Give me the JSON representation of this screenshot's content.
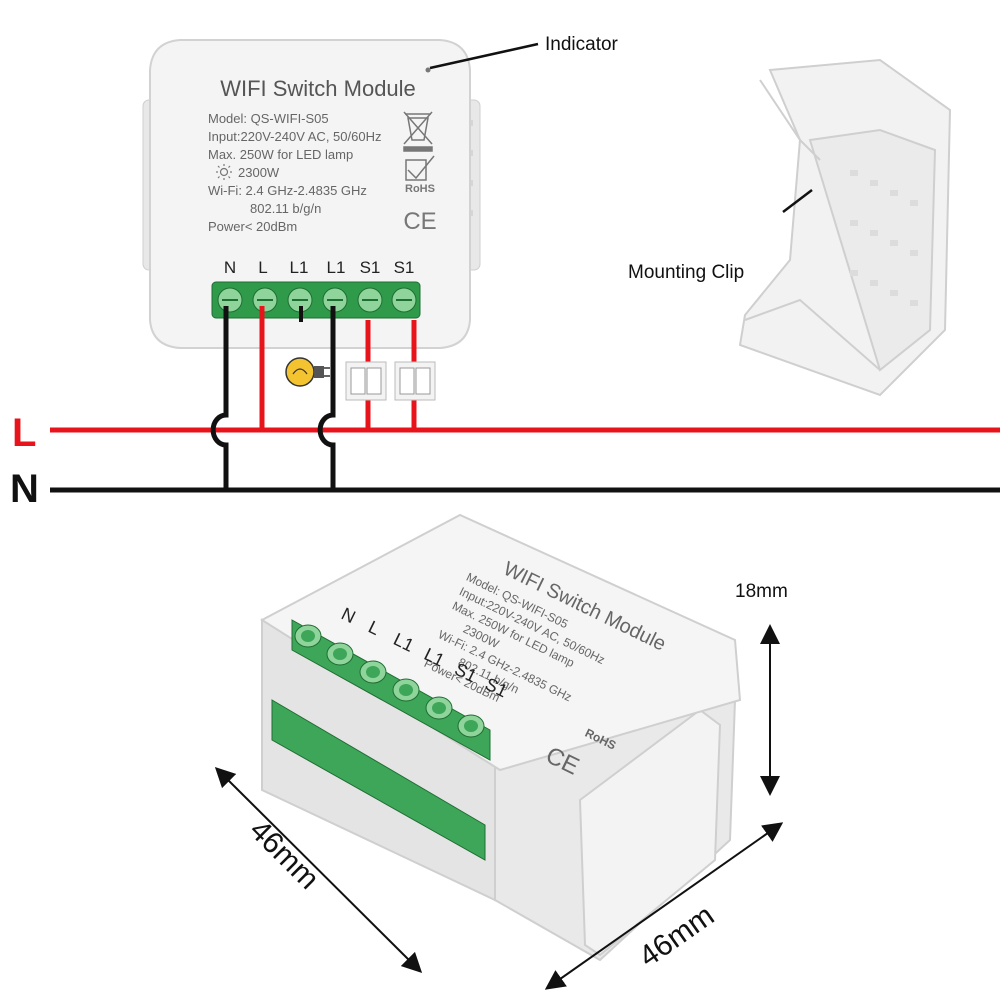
{
  "module": {
    "title": "WIFI Switch Module",
    "spec_lines": [
      "Model: QS-WIFI-S05",
      "Input:220V-240V AC, 50/60Hz",
      "Max. 250W for LED lamp",
      "2300W",
      "Wi-Fi: 2.4 GHz-2.4835 GHz",
      "802.11 b/g/n",
      "Power< 20dBm"
    ],
    "terminals": [
      "N",
      "L",
      "L1",
      "L1",
      "S1",
      "S1"
    ],
    "cert_marks": {
      "rohs": "RoHS",
      "ce": "CE"
    }
  },
  "callouts": {
    "indicator": "Indicator",
    "mounting_clip": "Mounting Clip"
  },
  "bus": {
    "live_label": "L",
    "neutral_label": "N",
    "live_color": "#e8141b",
    "neutral_color": "#111111"
  },
  "dimensions": {
    "height": "18mm",
    "depth": "46mm",
    "width": "46mm"
  },
  "colors": {
    "terminal_green": "#2f9a4a",
    "terminal_light": "#8fd49a",
    "housing": "#f3f3f3",
    "lamp": "#f4c430"
  }
}
